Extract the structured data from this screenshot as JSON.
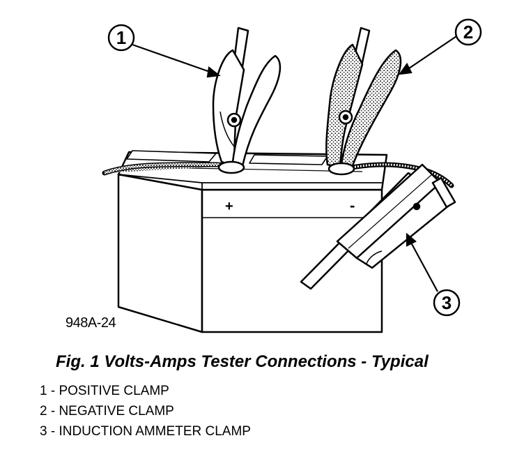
{
  "figure": {
    "code": "948A-24",
    "caption": "Fig. 1 Volts-Amps Tester Connections - Typical"
  },
  "battery": {
    "positive_mark": "+",
    "negative_mark": "-"
  },
  "callouts": [
    {
      "number": "1"
    },
    {
      "number": "2"
    },
    {
      "number": "3"
    }
  ],
  "legend": [
    {
      "text": "1 - POSITIVE CLAMP"
    },
    {
      "text": "2 - NEGATIVE CLAMP"
    },
    {
      "text": "3 - INDUCTION AMMETER CLAMP"
    }
  ]
}
